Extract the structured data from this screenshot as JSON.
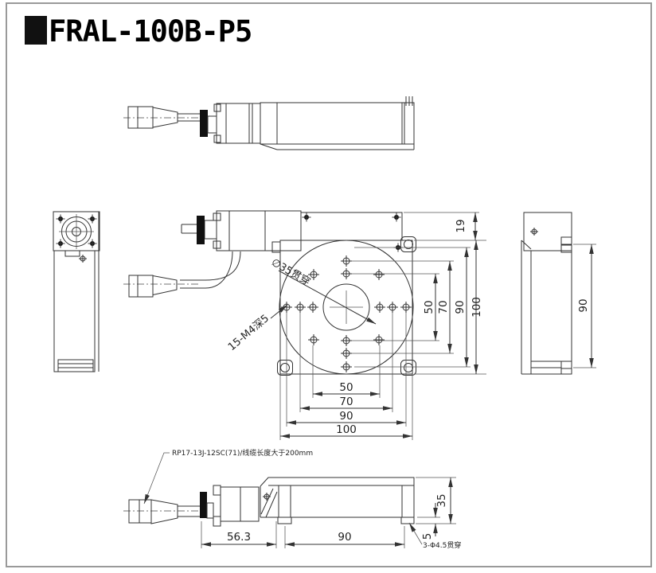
{
  "title": "FRAL-100B-P5",
  "colors": {
    "line": "#333333",
    "background": "#ffffff",
    "frame": "#9a9a9a",
    "fill_black": "#111111"
  },
  "front_view": {
    "center_hole_label": "∅35贯穿",
    "thread_label": "15-M4深5",
    "dims_right": {
      "d19": "19",
      "d50": "50",
      "d70": "70",
      "d90": "90",
      "d100": "100"
    },
    "dims_bottom": {
      "d50": "50",
      "d70": "70",
      "d90": "90",
      "d100": "100"
    }
  },
  "right_side_view": {
    "dim_height": "90"
  },
  "bottom_view": {
    "dim_offset": "56.3",
    "dim_body": "90",
    "dim_height": "35",
    "dim_foot": "5",
    "note_connector": "RP17-13J-12SC(71)/线缆长度大于200mm",
    "note_holes": "3-Φ4.5贯穿"
  }
}
